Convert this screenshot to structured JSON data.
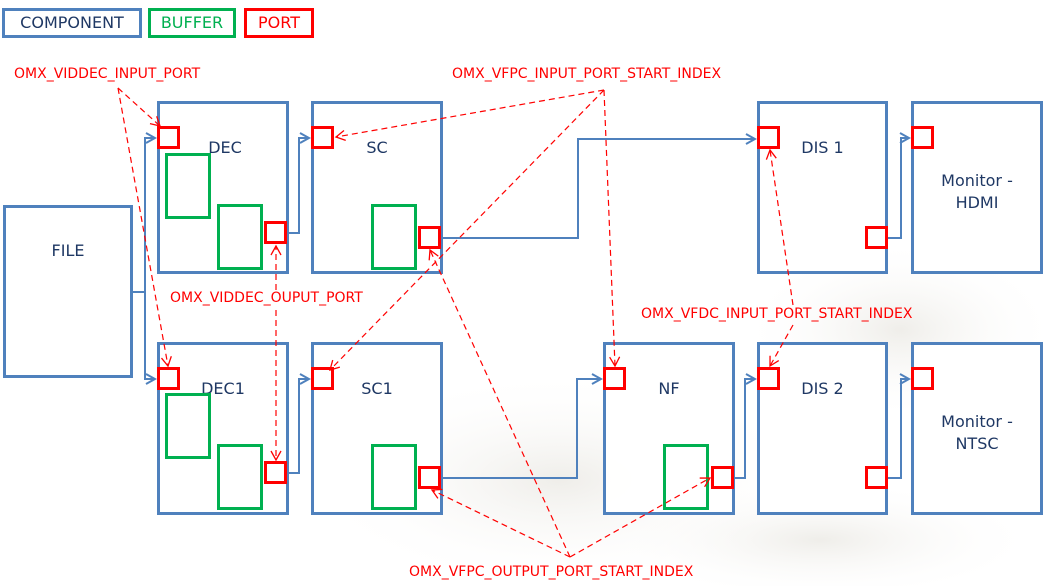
{
  "legend": {
    "component": "COMPONENT",
    "buffer": "BUFFER",
    "port": "PORT"
  },
  "colors": {
    "component": "#4f81bd",
    "component_text": "#1f3864",
    "buffer": "#00b050",
    "port": "#ff0000",
    "annotation": "#ff0000"
  },
  "components": {
    "file": "FILE",
    "dec": "DEC",
    "sc": "SC",
    "dis1": "DIS 1",
    "monitor_hdmi_line1": "Monitor -",
    "monitor_hdmi_line2": "HDMI",
    "dec1": "DEC1",
    "sc1": "SC1",
    "nf": "NF",
    "dis2": "DIS 2",
    "monitor_ntsc_line1": "Monitor -",
    "monitor_ntsc_line2": "NTSC"
  },
  "annotations": {
    "viddec_input_port": "OMX_VIDDEC_INPUT_PORT",
    "vfpc_input_port_start_index": "OMX_VFPC_INPUT_PORT_START_INDEX",
    "viddec_output_port": "OMX_VIDDEC_OUPUT_PORT",
    "vfdc_input_port_start_index": "OMX_VFDC_INPUT_PORT_START_INDEX",
    "vfpc_output_port_start_index": "OMX_VFPC_OUTPUT_PORT_START_INDEX"
  },
  "connections": [
    {
      "from": "FILE",
      "to": "DEC"
    },
    {
      "from": "FILE",
      "to": "DEC1"
    },
    {
      "from": "DEC",
      "to": "SC"
    },
    {
      "from": "SC",
      "to": "DIS 1"
    },
    {
      "from": "DIS 1",
      "to": "Monitor - HDMI"
    },
    {
      "from": "DEC1",
      "to": "SC1"
    },
    {
      "from": "SC1",
      "to": "NF"
    },
    {
      "from": "NF",
      "to": "DIS 2"
    },
    {
      "from": "DIS 2",
      "to": "Monitor - NTSC"
    }
  ]
}
